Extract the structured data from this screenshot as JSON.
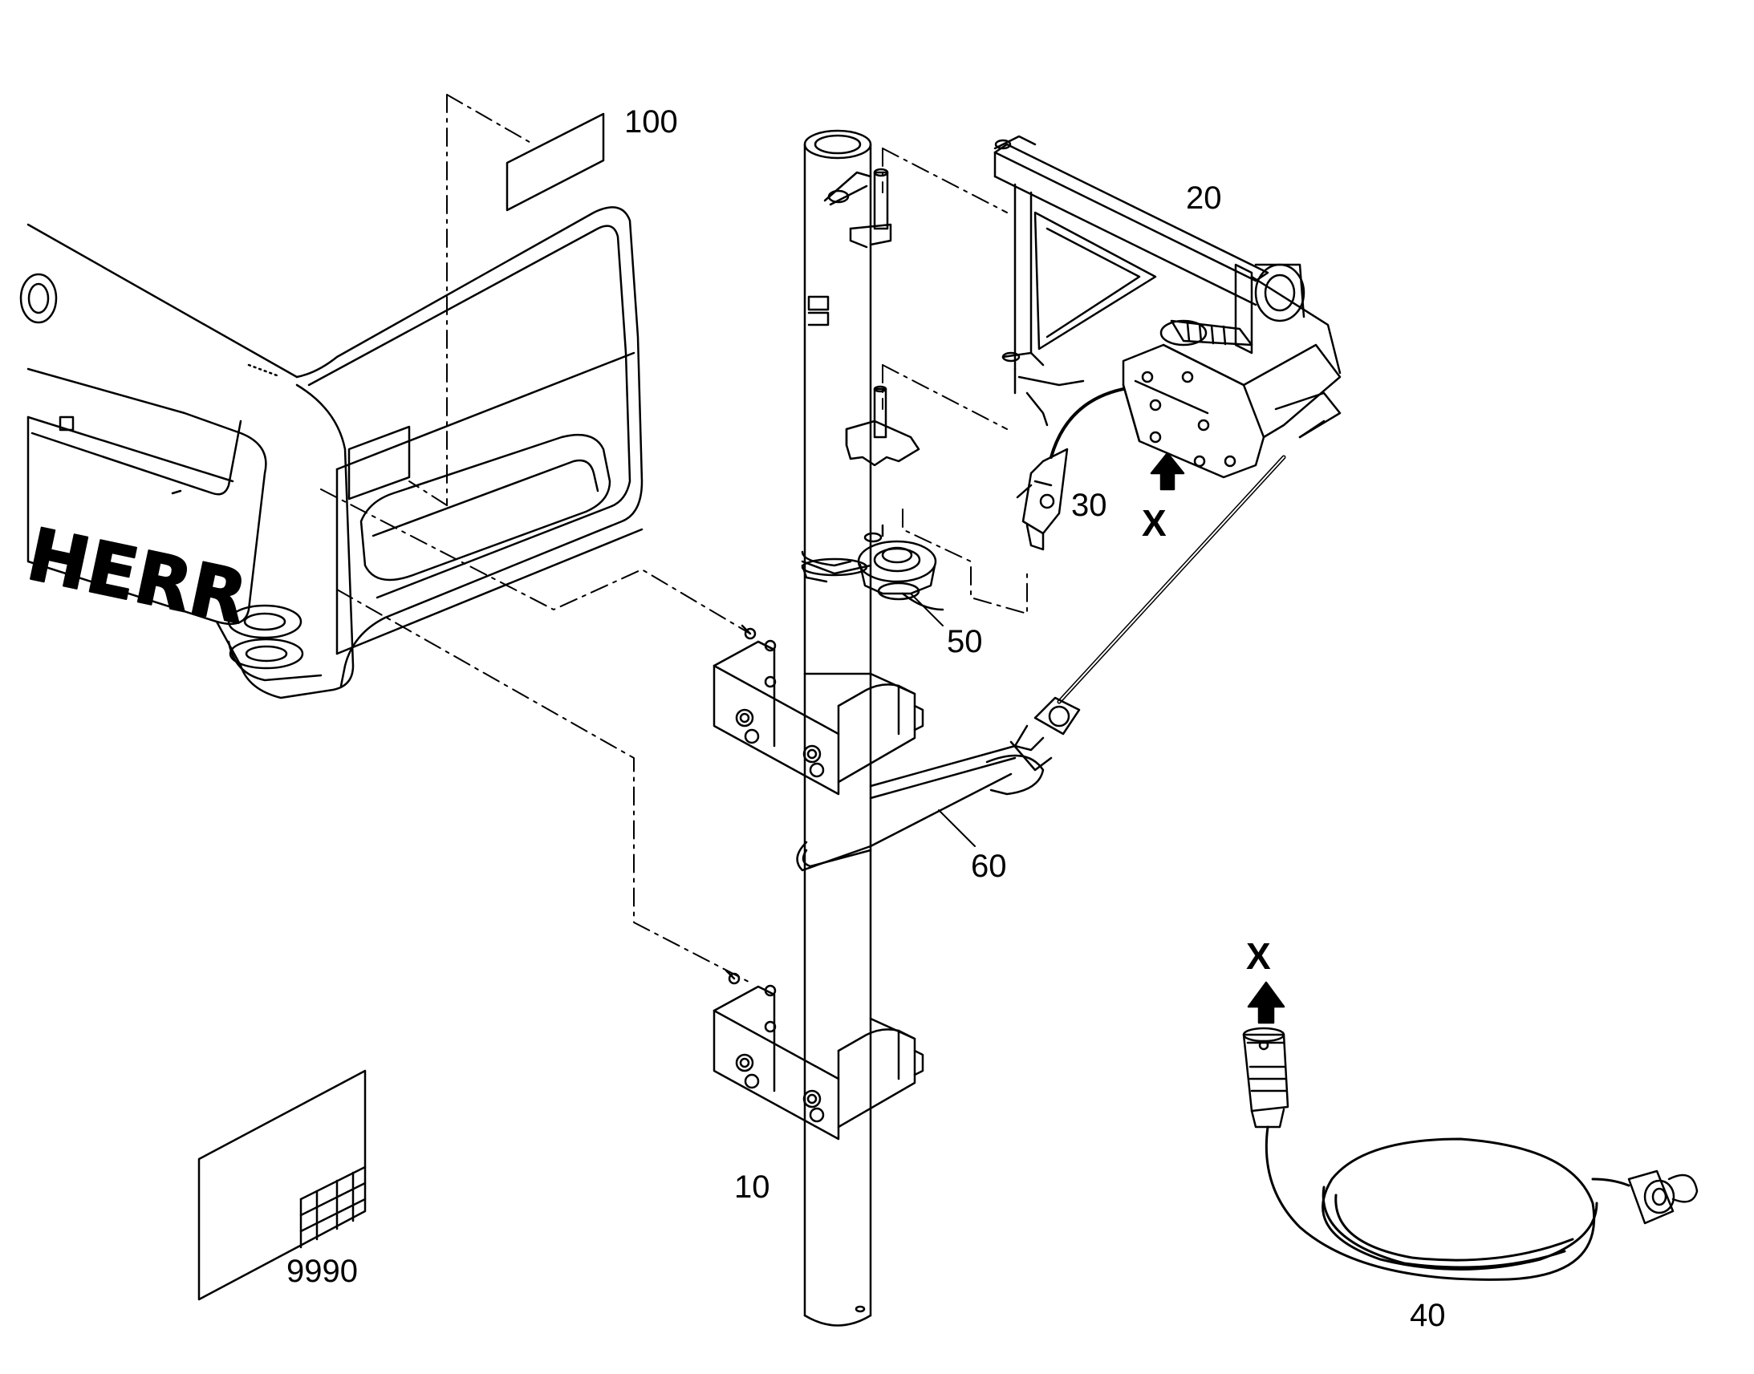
{
  "callouts": {
    "label_100": "100",
    "label_20": "20",
    "label_30": "30",
    "label_50": "50",
    "label_60": "60",
    "label_10": "10",
    "label_9990": "9990",
    "label_40": "40",
    "marker_x_upper": "X",
    "marker_x_lower": "X"
  },
  "logo": {
    "text": "HERR"
  },
  "colors": {
    "line": "#000000",
    "background": "#ffffff",
    "fill": "#ffffff"
  }
}
